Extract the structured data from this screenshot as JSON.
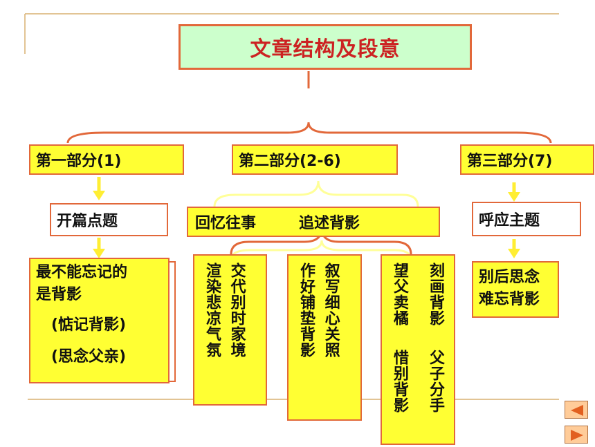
{
  "title": "文章结构及段意",
  "parts": [
    {
      "label": "第一部分(1)"
    },
    {
      "label": "第二部分(2-6)"
    },
    {
      "label": "第三部分(7)"
    }
  ],
  "part1": {
    "topic": "开篇点题",
    "detail_line1": "最不能忘记的",
    "detail_line2": "是背影",
    "detail_line3": "(惦记背影)",
    "detail_line4": "(思念父亲)"
  },
  "part2": {
    "topic_a": "回忆往事",
    "topic_b": "追述背影",
    "col1": [
      "渲染悲凉气氛",
      "交代别时家境"
    ],
    "col2": [
      "作好铺垫背影",
      "叙写细心关照"
    ],
    "col3": [
      "刻画背影",
      "望父卖橘",
      "父子分手",
      "惜别背影"
    ]
  },
  "part3": {
    "topic": "呼应主题",
    "detail_line1": "别后思念",
    "detail_line2": "难忘背影"
  },
  "colors": {
    "border": "#e2683a",
    "title_bg": "#ccffcc",
    "title_text": "#cc2222",
    "highlight": "#ffff33",
    "line": "#d8b070",
    "arrow": "#ffee33"
  },
  "nav": {
    "prev_icon": "triangle-left-icon",
    "next_icon": "triangle-right-icon"
  }
}
